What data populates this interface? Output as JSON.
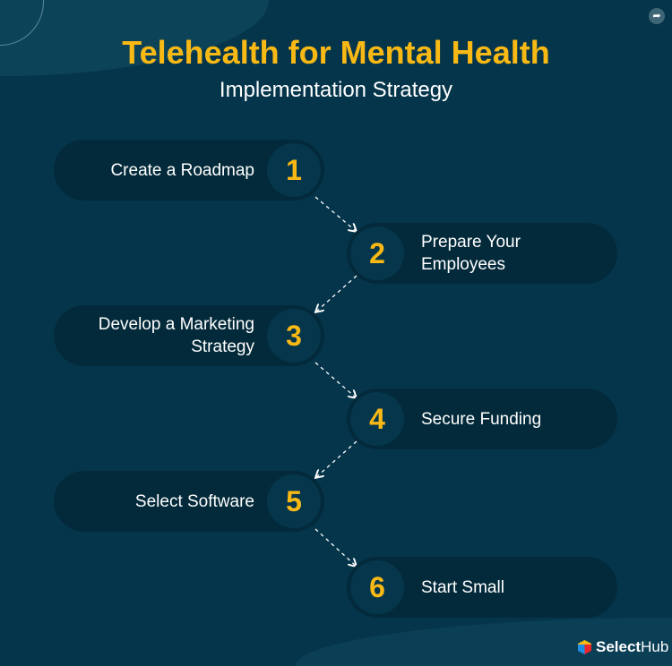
{
  "header": {
    "title": "Telehealth for Mental Health",
    "subtitle": "Implementation Strategy"
  },
  "steps": [
    {
      "number": "1",
      "label": "Create a Roadmap"
    },
    {
      "number": "2",
      "label": "Prepare Your Employees"
    },
    {
      "number": "3",
      "label": "Develop a Marketing Strategy"
    },
    {
      "number": "4",
      "label": "Secure Funding"
    },
    {
      "number": "5",
      "label": "Select Software"
    },
    {
      "number": "6",
      "label": "Start Small"
    }
  ],
  "brand": {
    "bold": "Select",
    "regular": "Hub"
  },
  "colors": {
    "background": "#05354b",
    "pill": "#032a3a",
    "accent": "#f9b915"
  }
}
